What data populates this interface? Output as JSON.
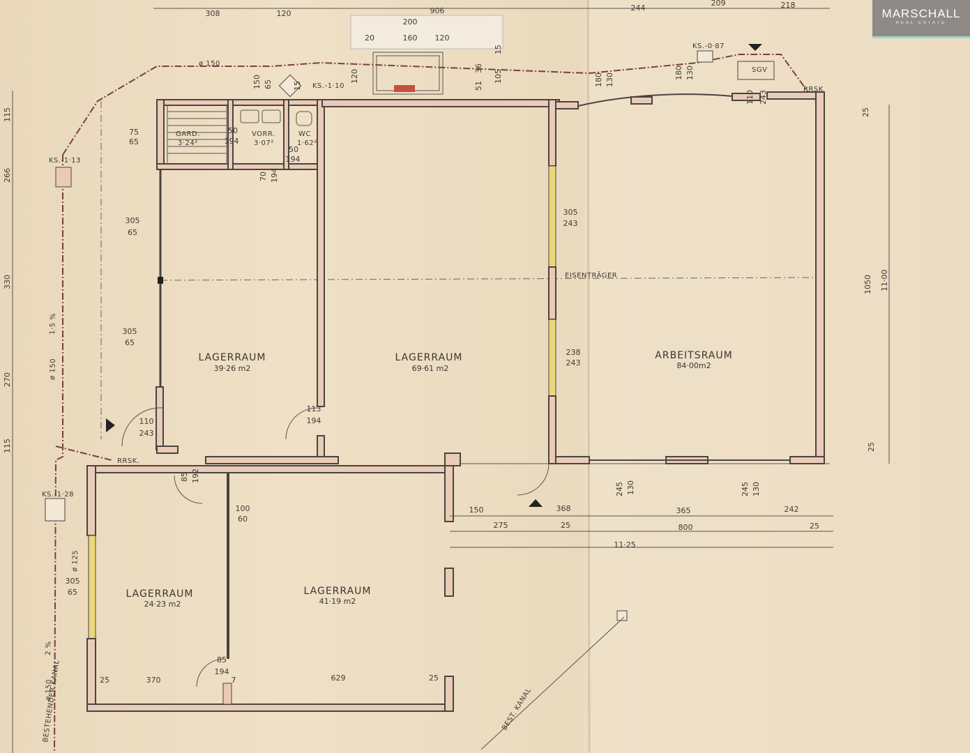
{
  "brand": {
    "name": "MARSCHALL",
    "tagline": "REAL ESTATE"
  },
  "rooms": {
    "gard": {
      "name": "GARD.",
      "area": "3·24²"
    },
    "vorr": {
      "name": "VORR.",
      "area": "3·07²"
    },
    "wc": {
      "name": "WC",
      "area": "1·62²"
    },
    "lager1": {
      "name": "LAGERRAUM",
      "area": "39·26 m2"
    },
    "lager2": {
      "name": "LAGERRAUM",
      "area": "69·61 m2"
    },
    "arbeit": {
      "name": "ARBEITSRAUM",
      "area": "84·00m2"
    },
    "lager3": {
      "name": "LAGERRAUM",
      "area": "24·23 m2"
    },
    "lager4": {
      "name": "LAGERRAUM",
      "area": "41·19 m2"
    }
  },
  "labels": {
    "ks110": "KS.-1·10",
    "ks087": "KS.-0·87",
    "ks113": "KS.-1·13",
    "ks128": "KS.-1·28",
    "sgv": "SGV",
    "rrsk_top": "RRSK",
    "rrsk_left": "RRSK.",
    "eisen": "EISENTRÄGER",
    "best_kanal": "BEST. KANAL",
    "bestehender_kanal": "BESTEHENDER KANAL",
    "d150_top": "ø 150",
    "d150_left": "ø 150",
    "d150_bottom": "ø 150",
    "d125": "ø 125",
    "slope1": "1·5 %",
    "slope2": "2 %"
  },
  "dims": {
    "top_308": "308",
    "top_120": "120",
    "top_906": "906",
    "top_244": "244",
    "top_209": "209",
    "top_218": "218",
    "top_200": "200",
    "top_20": "20",
    "top_160": "160",
    "top_120b": "120",
    "top_150": "150",
    "top_65": "65",
    "top_15": "15",
    "top_120c": "120",
    "top_51": "51",
    "top_36": "36",
    "top_105": "105",
    "top_15b": "15",
    "top_180a": "180",
    "top_130a": "130",
    "top_180b": "180",
    "top_130b": "130",
    "top_110": "110",
    "top_243": "243",
    "gard_75": "75",
    "gard_65": "65",
    "gard_50": "50",
    "gard_194": "194",
    "wc_50": "50",
    "wc_194": "194",
    "vorr_70": "70",
    "vorr_194": "194",
    "l1_305a": "305",
    "l1_65a": "65",
    "l1_305b": "305",
    "l1_65b": "65",
    "door_110": "110",
    "door_243": "243",
    "door_113": "113",
    "door_194": "194",
    "mid_305": "305",
    "mid_243a": "243",
    "mid_238": "238",
    "mid_243b": "243",
    "right_25a": "25",
    "right_1050": "1050",
    "right_1100": "11·00",
    "right_25b": "25",
    "left_115": "115",
    "left_266": "266",
    "left_330": "330",
    "left_270": "270",
    "left_115b": "115",
    "door_85a": "85",
    "door_192": "192",
    "w_100": "100",
    "w_60": "60",
    "l3_305": "305",
    "l3_65": "65",
    "door_85b": "85",
    "door_194b": "194",
    "bot_25a": "25",
    "bot_370": "370",
    "bot_7": "7",
    "bot_629": "629",
    "bot_25b": "25",
    "low_150": "150",
    "low_368": "368",
    "low_365": "365",
    "low_242": "242",
    "low_275": "275",
    "low_25a": "25",
    "low_800": "800",
    "low_25b": "25",
    "low_1125": "11·25",
    "low_245a": "245",
    "low_130a": "130",
    "low_245b": "245",
    "low_130b": "130"
  }
}
